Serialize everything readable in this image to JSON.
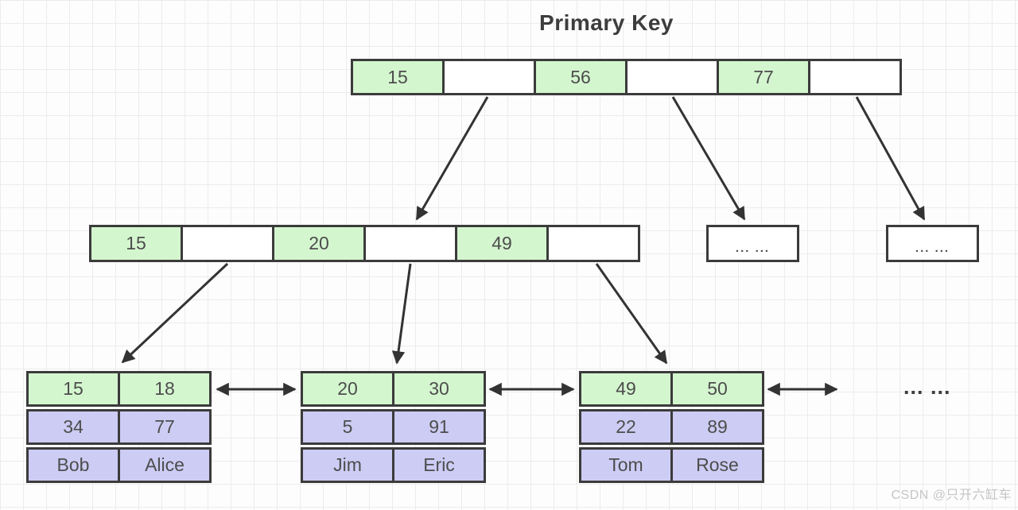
{
  "title": "Primary Key",
  "tree": {
    "root": {
      "cells": [
        "15",
        "",
        "56",
        "",
        "77",
        ""
      ]
    },
    "internal": {
      "cells": [
        "15",
        "",
        "20",
        "",
        "49",
        ""
      ]
    },
    "ellipsis_node_1": "... ...",
    "ellipsis_node_2": "... ...",
    "leaves": [
      {
        "rows": [
          [
            "15",
            "18"
          ],
          [
            "34",
            "77"
          ],
          [
            "Bob",
            "Alice"
          ]
        ]
      },
      {
        "rows": [
          [
            "20",
            "30"
          ],
          [
            "5",
            "91"
          ],
          [
            "Jim",
            "Eric"
          ]
        ]
      },
      {
        "rows": [
          [
            "49",
            "50"
          ],
          [
            "22",
            "89"
          ],
          [
            "Tom",
            "Rose"
          ]
        ]
      }
    ],
    "leaf_ellipsis": "... ..."
  },
  "colors": {
    "key_cell_green": "#d4f6cf",
    "value_cell_purple": "#cdccf4",
    "border": "#3b3b3b",
    "arrow": "#333333",
    "grid": "#ececec"
  },
  "watermark": "CSDN @只开六缸车"
}
